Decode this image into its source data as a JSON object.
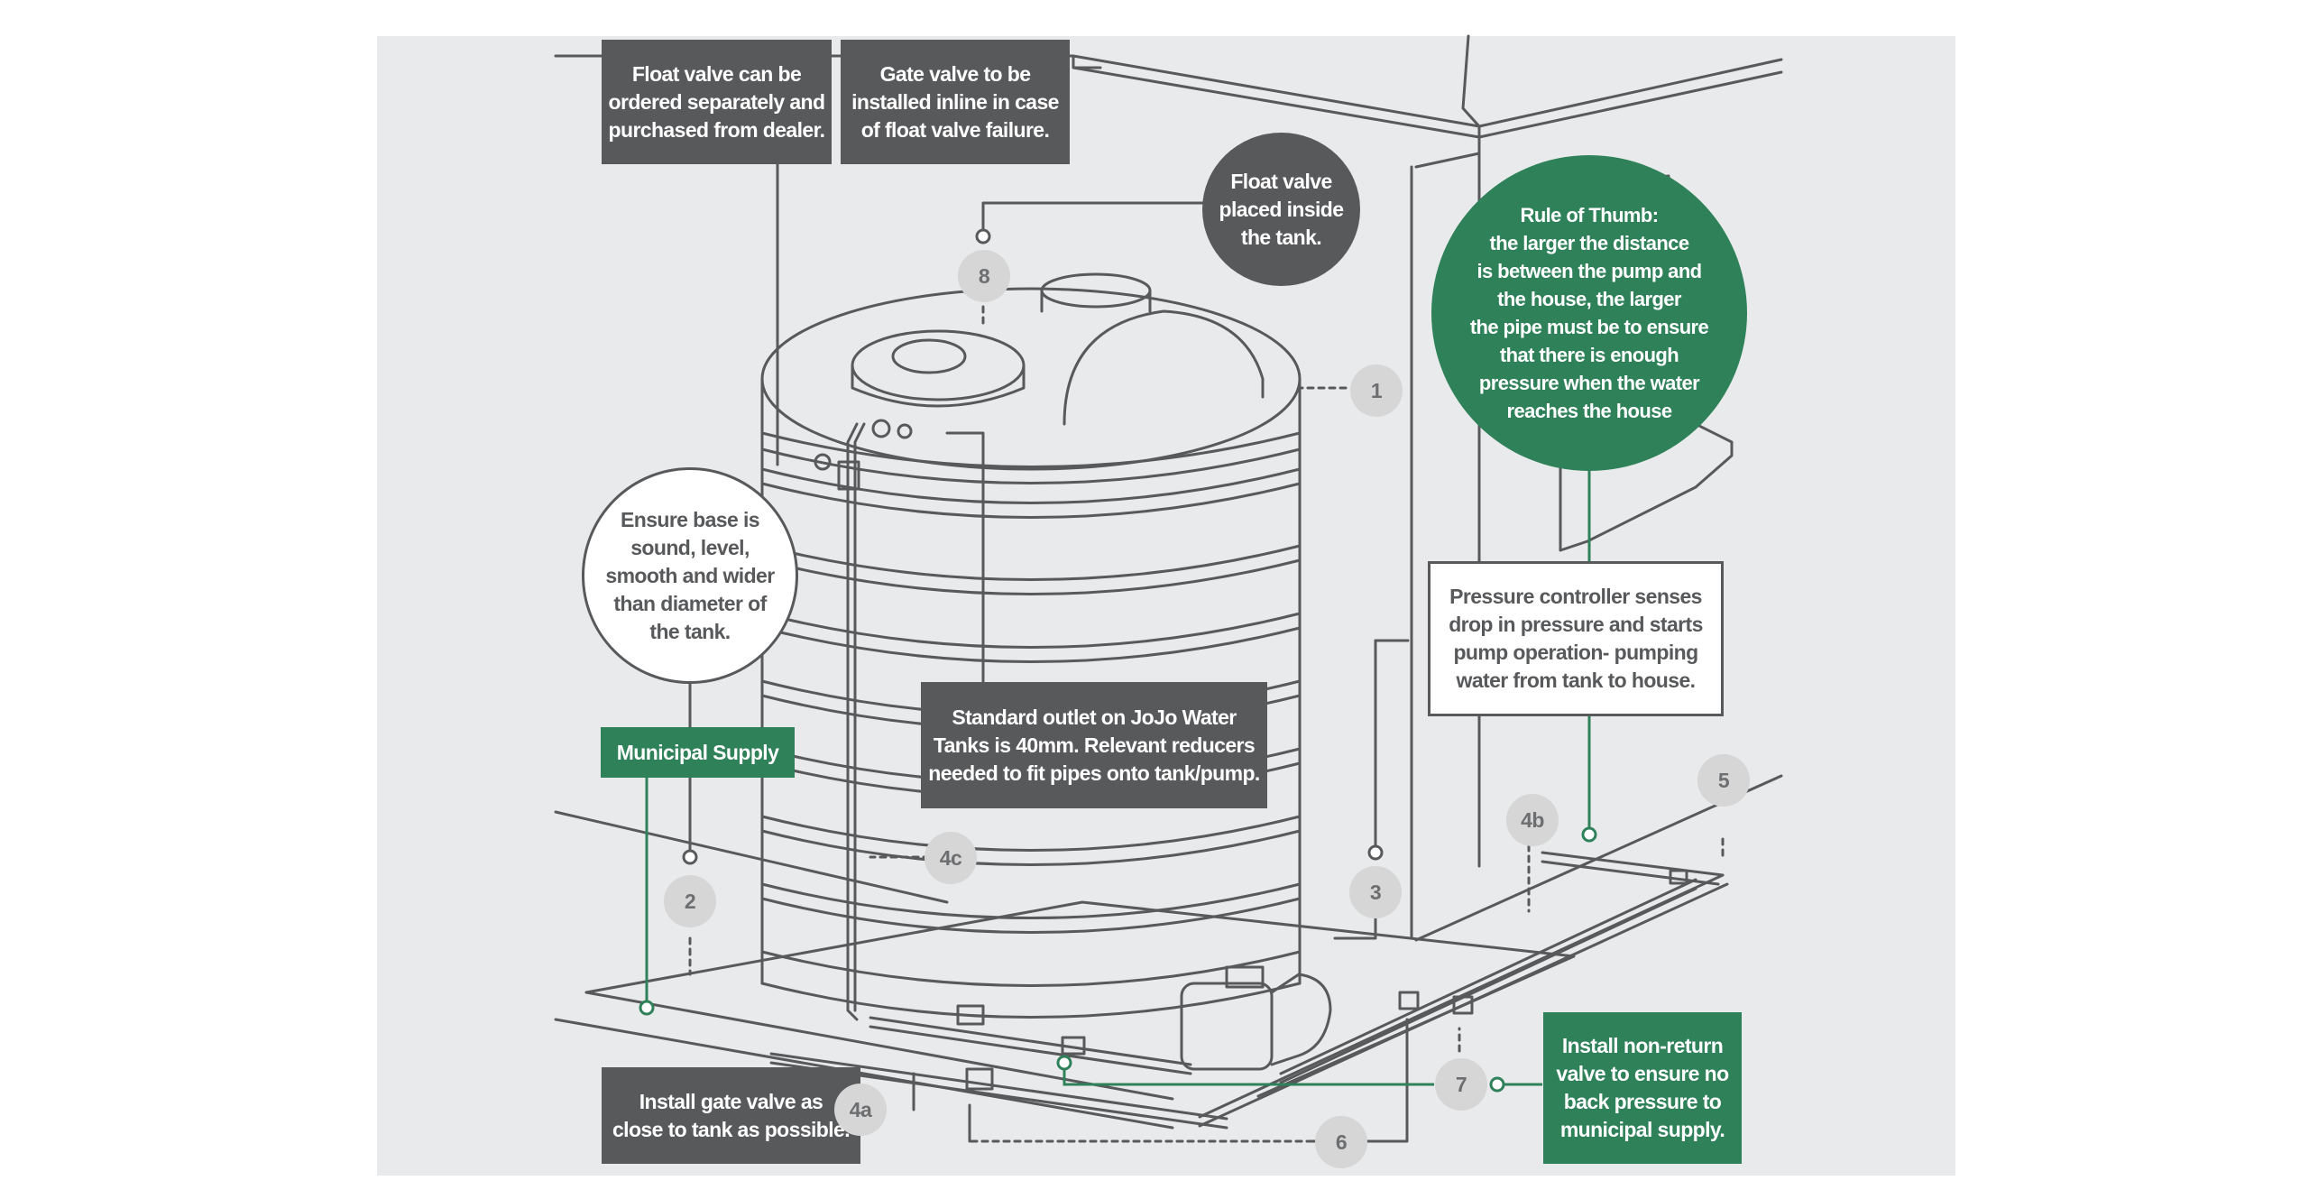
{
  "colors": {
    "panel": "#e9eaeb",
    "line": "#58595b",
    "dark_box": "#58595b",
    "green": "#2e8159",
    "badge": "#d6d6d6"
  },
  "callouts": {
    "float_valve_order": "Float valve can be\nordered separately and\npurchased from dealer.",
    "gate_valve_inline": "Gate valve to be\ninstalled inline in case\nof float valve failure.",
    "float_valve_inside": "Float valve\nplaced inside\nthe tank.",
    "rule_of_thumb": "Rule of Thumb:\nthe larger the distance\nis between the pump and\nthe house, the larger\nthe pipe must be to ensure\nthat there is enough\npressure when the water\nreaches the house",
    "ensure_base": "Ensure base is\nsound, level,\nsmooth and wider\nthan diameter of\nthe tank.",
    "municipal_supply": "Municipal Supply",
    "standard_outlet": "Standard outlet on JoJo Water\nTanks is 40mm. Relevant reducers\nneeded to fit pipes onto tank/pump.",
    "pressure_controller": "Pressure controller senses\ndrop in pressure and starts\npump operation- pumping\nwater from tank to house.",
    "install_gate_valve": "Install gate valve as\nclose to tank as possible.",
    "non_return": "Install non-return\nvalve to ensure no\nback pressure to\nmunicipal supply."
  },
  "badges": [
    "1",
    "2",
    "3",
    "4a",
    "4b",
    "4c",
    "5",
    "6",
    "7",
    "8"
  ]
}
